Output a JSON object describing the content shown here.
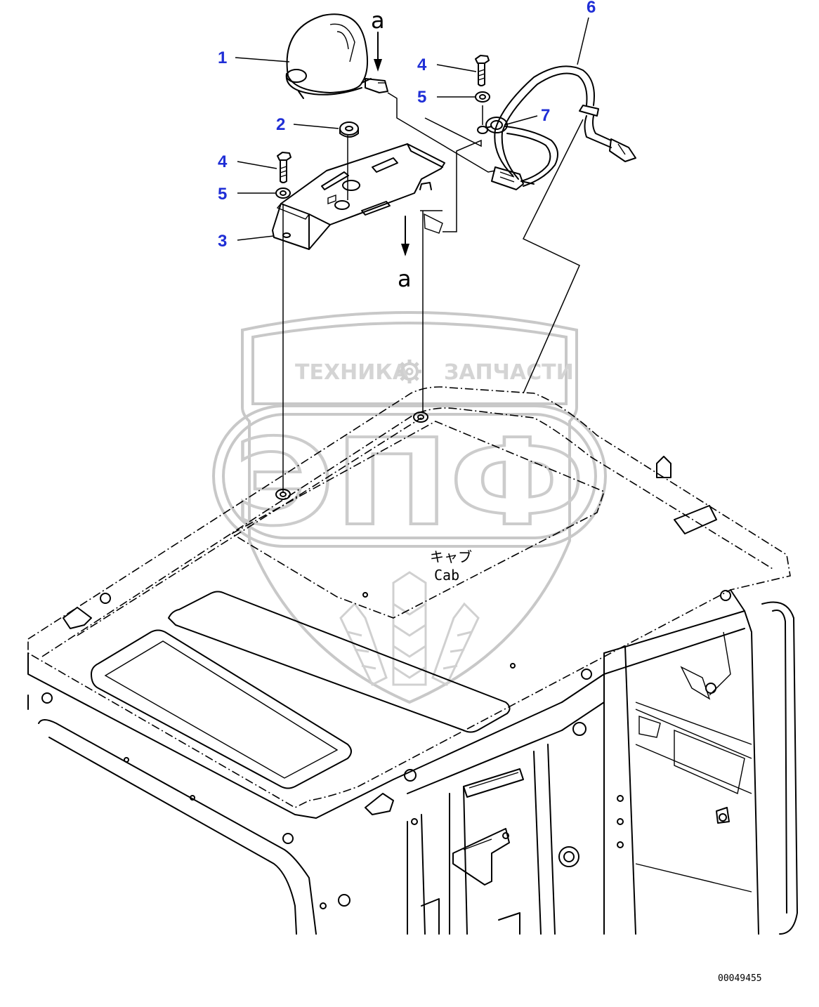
{
  "watermark": {
    "top_left_text": "ТЕХНИКА",
    "top_right_text": "ЗАПЧАСТИ",
    "big_text": "ЭПФ",
    "gear_icon": "gear-icon"
  },
  "callouts": [
    "1",
    "2",
    "3",
    "4",
    "5",
    "4",
    "5",
    "6",
    "7"
  ],
  "view_marker": "a",
  "cab_label_jp": "キャブ",
  "cab_label_en": "Cab",
  "drawing_code": "00049455"
}
